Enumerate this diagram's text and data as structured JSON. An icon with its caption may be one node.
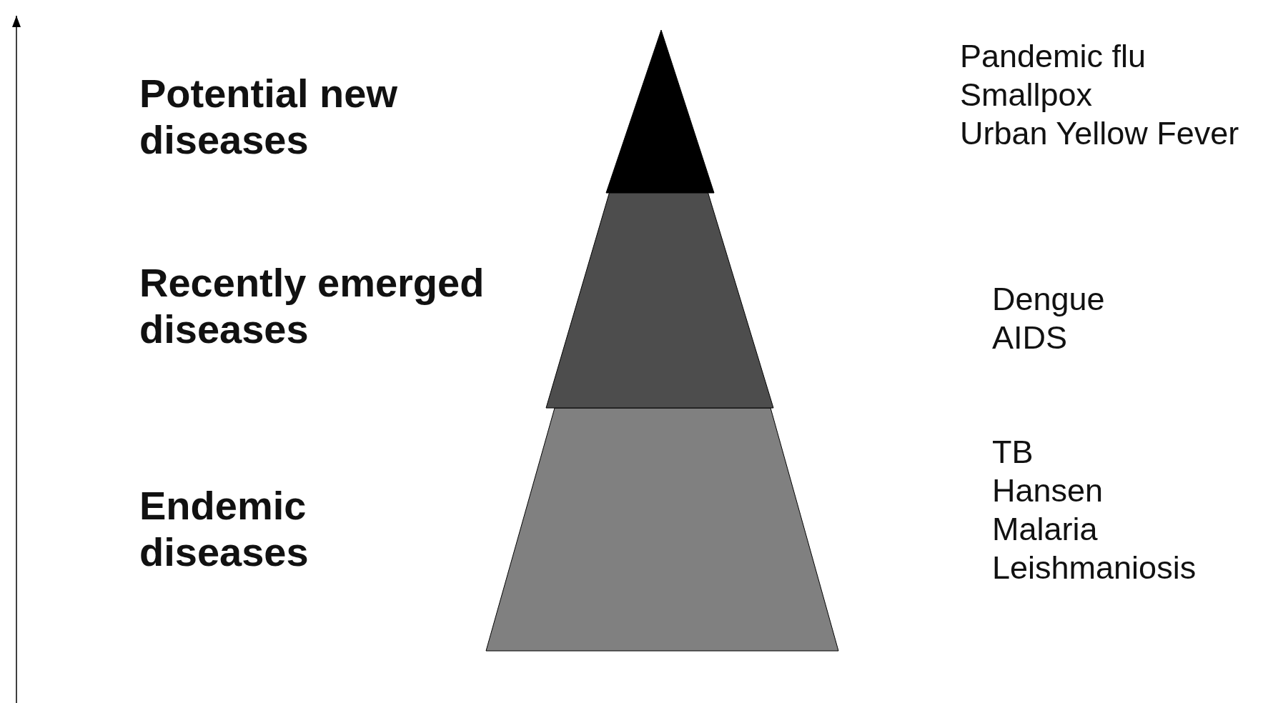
{
  "diagram": {
    "labels": [
      "Potential new diseases",
      "Pandemic flu",
      "Smallpox",
      "Urban Yellow Fever",
      "Recently emerged diseases",
      "Dengue",
      "AIDS",
      "Endemic diseases",
      "TB",
      "Hansen",
      "Malaria",
      "Leishmaniosis"
    ]
  }
}
